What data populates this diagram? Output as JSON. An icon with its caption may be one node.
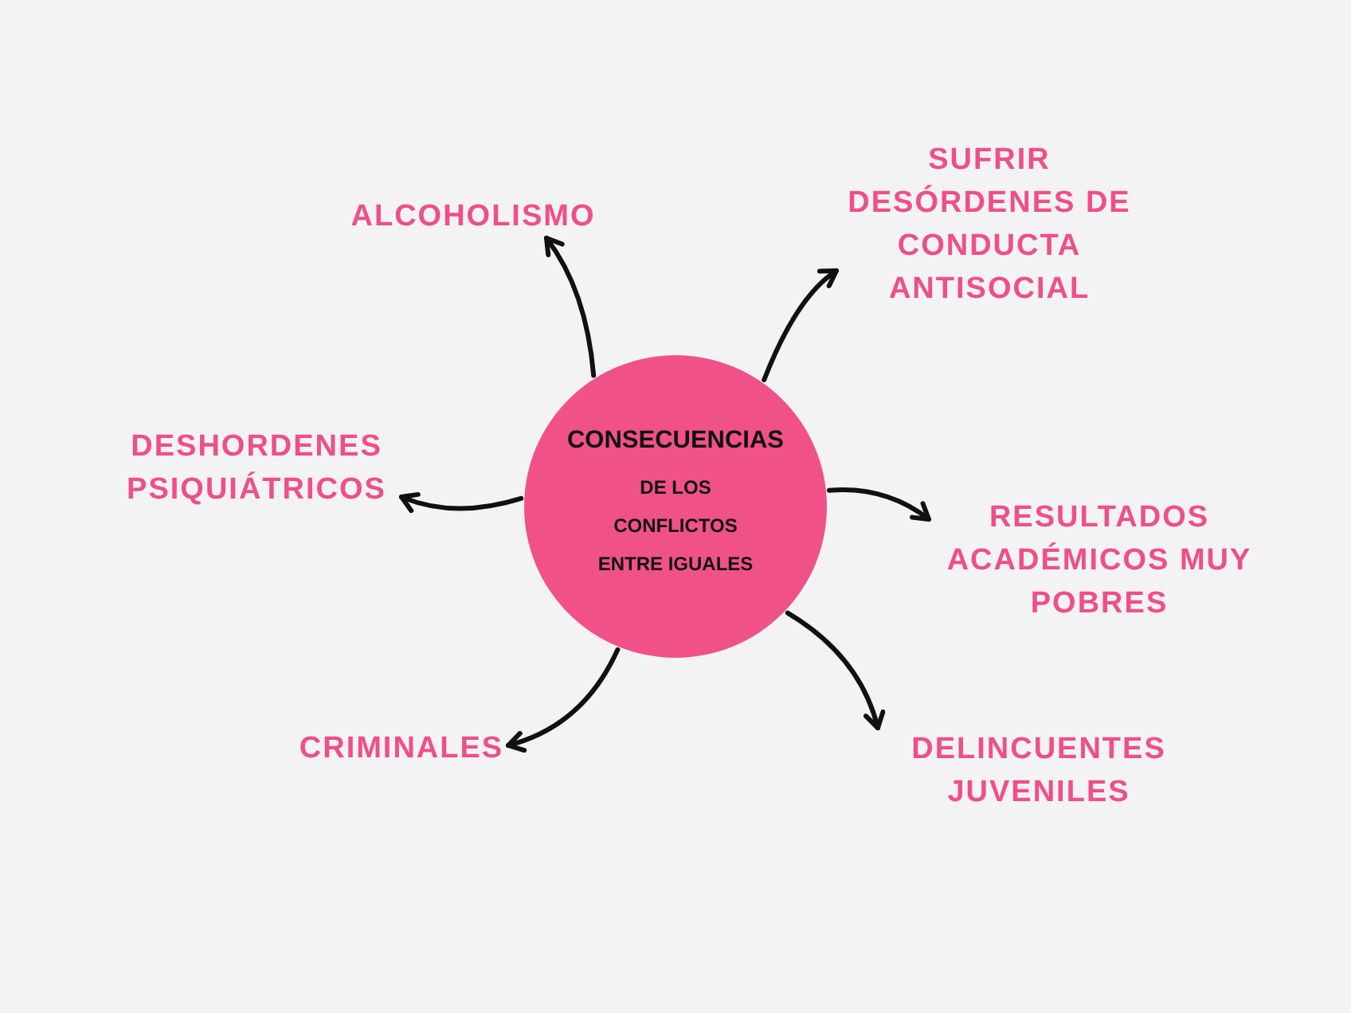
{
  "diagram": {
    "nodes": [
      {
        "text": [
          "CONSECUENCIAS",
          "DE LOS CONFLICTOS ENTRE IGUALES"
        ]
      },
      {
        "text": [
          "ALCOHOLISMO"
        ]
      },
      {
        "text": [
          "SUFRIR DESÓRDENES DE CONDUCTA ANTISOCIAL"
        ]
      },
      {
        "text": [
          "DESHORDENES PSIQUIÁTRICOS"
        ]
      },
      {
        "text": [
          "RESULTADOS ACADÉMICOS MUY POBRES"
        ]
      },
      {
        "text": [
          "CRIMINALES"
        ]
      },
      {
        "text": [
          "DELINCUENTES JUVENILES"
        ]
      }
    ],
    "edges": [
      {
        "from": 0,
        "to": 1,
        "arrow": "to"
      },
      {
        "from": 0,
        "to": 2,
        "arrow": "to"
      },
      {
        "from": 0,
        "to": 3,
        "arrow": "to"
      },
      {
        "from": 0,
        "to": 4,
        "arrow": "to"
      },
      {
        "from": 0,
        "to": 5,
        "arrow": "to"
      },
      {
        "from": 0,
        "to": 6,
        "arrow": "to"
      }
    ]
  }
}
